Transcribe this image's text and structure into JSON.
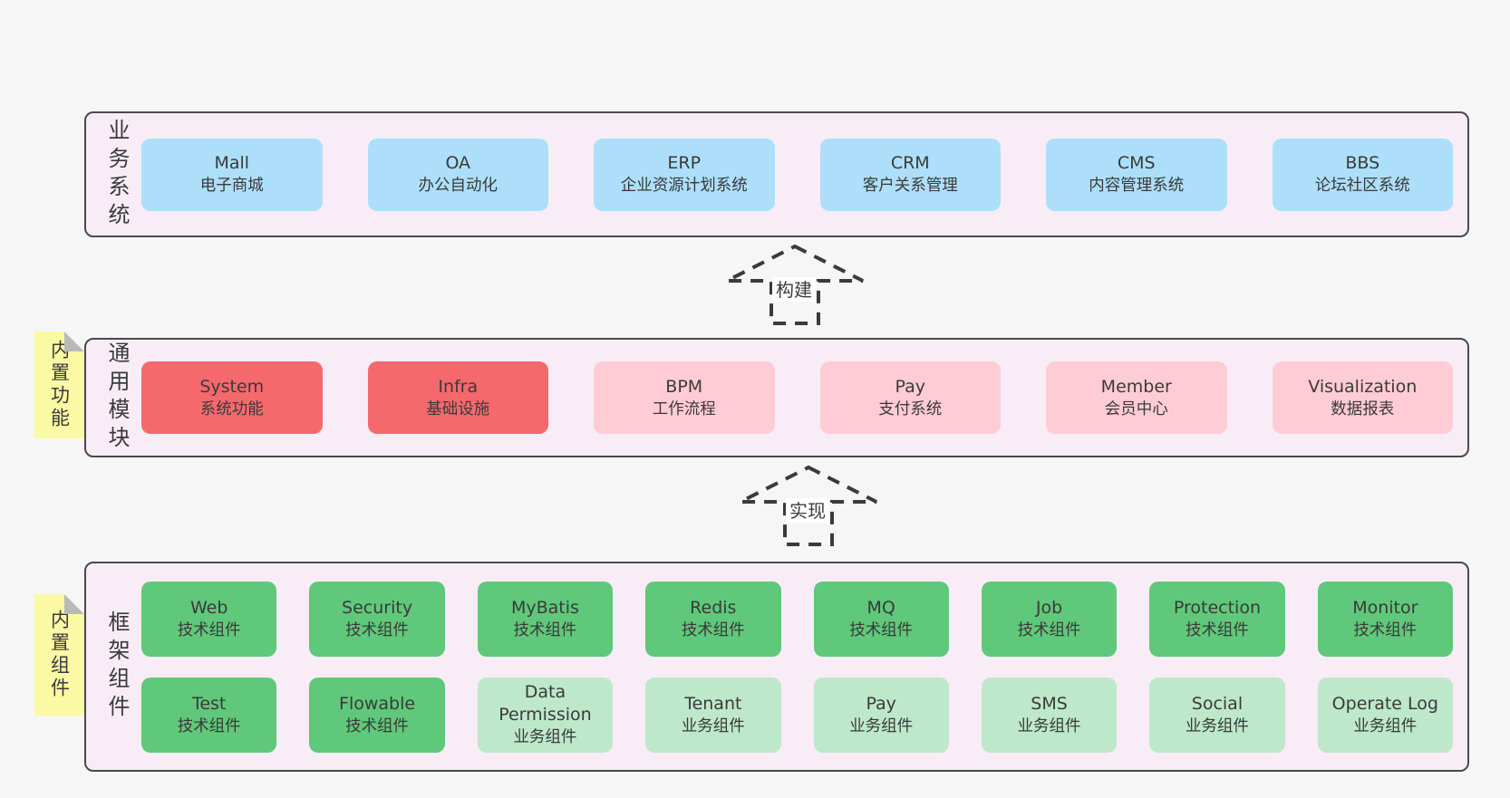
{
  "layers": [
    {
      "id": "business",
      "label": "业务系统",
      "rows": [
        [
          {
            "en": "Mall",
            "cn": "电子商城",
            "variant": "blue"
          },
          {
            "en": "OA",
            "cn": "办公自动化",
            "variant": "blue"
          },
          {
            "en": "ERP",
            "cn": "企业资源计划系统",
            "variant": "blue"
          },
          {
            "en": "CRM",
            "cn": "客户关系管理",
            "variant": "blue"
          },
          {
            "en": "CMS",
            "cn": "内容管理系统",
            "variant": "blue"
          },
          {
            "en": "BBS",
            "cn": "论坛社区系统",
            "variant": "blue"
          }
        ]
      ]
    },
    {
      "id": "modules",
      "label": "通用模块",
      "rows": [
        [
          {
            "en": "System",
            "cn": "系统功能",
            "variant": "red"
          },
          {
            "en": "Infra",
            "cn": "基础设施",
            "variant": "red"
          },
          {
            "en": "BPM",
            "cn": "工作流程",
            "variant": "pink"
          },
          {
            "en": "Pay",
            "cn": "支付系统",
            "variant": "pink"
          },
          {
            "en": "Member",
            "cn": "会员中心",
            "variant": "pink"
          },
          {
            "en": "Visualization",
            "cn": "数据报表",
            "variant": "pink"
          }
        ]
      ]
    },
    {
      "id": "components",
      "label": "框架组件",
      "rows": [
        [
          {
            "en": "Web",
            "cn": "技术组件",
            "variant": "green"
          },
          {
            "en": "Security",
            "cn": "技术组件",
            "variant": "green"
          },
          {
            "en": "MyBatis",
            "cn": "技术组件",
            "variant": "green"
          },
          {
            "en": "Redis",
            "cn": "技术组件",
            "variant": "green"
          },
          {
            "en": "MQ",
            "cn": "技术组件",
            "variant": "green"
          },
          {
            "en": "Job",
            "cn": "技术组件",
            "variant": "green"
          },
          {
            "en": "Protection",
            "cn": "技术组件",
            "variant": "green"
          },
          {
            "en": "Monitor",
            "cn": "技术组件",
            "variant": "green"
          }
        ],
        [
          {
            "en": "Test",
            "cn": "技术组件",
            "variant": "green"
          },
          {
            "en": "Flowable",
            "cn": "技术组件",
            "variant": "green"
          },
          {
            "en": "Data Permission",
            "cn": "业务组件",
            "variant": "lightgreen"
          },
          {
            "en": "Tenant",
            "cn": "业务组件",
            "variant": "lightgreen"
          },
          {
            "en": "Pay",
            "cn": "业务组件",
            "variant": "lightgreen"
          },
          {
            "en": "SMS",
            "cn": "业务组件",
            "variant": "lightgreen"
          },
          {
            "en": "Social",
            "cn": "业务组件",
            "variant": "lightgreen"
          },
          {
            "en": "Operate Log",
            "cn": "业务组件",
            "variant": "lightgreen"
          }
        ]
      ]
    }
  ],
  "notes": [
    {
      "text": "内置功能"
    },
    {
      "text": "内置组件"
    }
  ],
  "arrows": [
    {
      "label": "构建"
    },
    {
      "label": "实现"
    }
  ],
  "colors": {
    "page_bg": "#f7f6f7",
    "panel_bg": "#f8edf6",
    "panel_border": "#4a4a4a",
    "box_blue": "#addffa",
    "box_red": "#f5696c",
    "box_pink": "#ffccd5",
    "box_green": "#60c87a",
    "box_lightgreen": "#bee8ca",
    "note_yellow": "#fbf9a3",
    "note_fold": "#b9b9b9",
    "text": "#3a3a3a"
  }
}
